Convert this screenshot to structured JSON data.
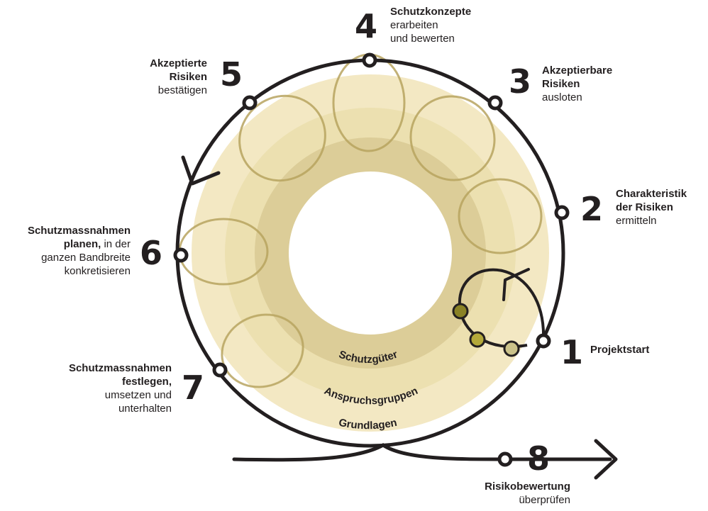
{
  "steps": [
    {
      "number": "1",
      "title": "Projektstart",
      "text": ""
    },
    {
      "number": "2",
      "title": "Charakteristik",
      "title2": "der Risiken",
      "text": "ermitteln"
    },
    {
      "number": "3",
      "title": "Akzeptierbare",
      "title2": "Risiken",
      "text": "ausloten"
    },
    {
      "number": "4",
      "title": "Schutzkonzepte",
      "text": "erarbeiten",
      "text2": "und bewerten"
    },
    {
      "number": "5",
      "title": "Akzeptierte",
      "title2": "Risiken",
      "text": "bestätigen"
    },
    {
      "number": "6",
      "title": "Schutzmassnahmen",
      "title2": "planen,",
      "text_inline": " in der",
      "text": "ganzen Bandbreite",
      "text2": "konkretisieren"
    },
    {
      "number": "7",
      "title": "Schutzmassnahmen",
      "title2": "festlegen,",
      "text": "umsetzen und",
      "text2": "unterhalten"
    },
    {
      "number": "8",
      "title": "Risikobewertung",
      "text": "überprüfen"
    }
  ],
  "rings": {
    "inner": "Schutzgüter",
    "middle": "Anspruchsgruppen",
    "outer": "Grundlagen"
  },
  "colors": {
    "ink": "#231f20",
    "ring_outer": "#f3e8c3",
    "ring_middle": "#ece0b0",
    "ring_inner": "#dccd98",
    "dot_dark": "#8a8226",
    "dot_mid": "#b3a83a",
    "dot_light": "#cbc28a"
  }
}
